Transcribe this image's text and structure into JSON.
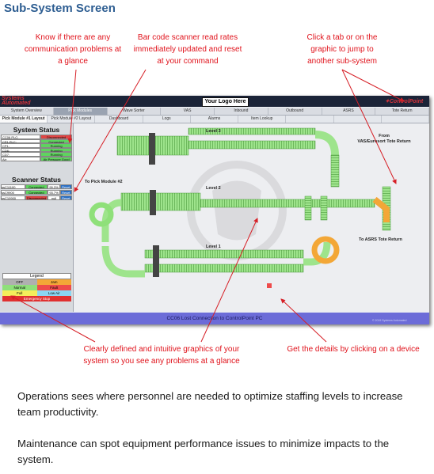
{
  "page_title": "Sub-System Screen",
  "callouts": {
    "communication": "Know if there are any communication problems at a glance",
    "scanner": "Bar code scanner read rates immediately updated and reset at your command",
    "tabs": "Click a tab or on the graphic to jump to another sub-system",
    "graphics": "Clearly defined and intuitive graphics of your system so you see any problems at a glance",
    "details": "Get the details by clicking on a device"
  },
  "paragraphs": [
    "Operations sees where personnel are needed to optimize staffing levels to increase team productivity.",
    "Maintenance can spot equipment performance issues to minimize impacts to the system."
  ],
  "app": {
    "brand_line1": "Systems",
    "brand_line2": "Automated",
    "your_logo": "Your Logo Here",
    "cp_logo": "ControlPoint",
    "tabs": [
      "System Overview",
      "Pick Modules",
      "Wave Sorter",
      "VAS",
      "Inbound",
      "Outbound",
      "ASRS",
      "Tote Return"
    ],
    "active_tab": "Pick Modules",
    "subtabs": [
      "Pick Module #1 Layout",
      "Pick Module #2 Layout",
      "Dashboard",
      "Logs",
      "Alarms",
      "Item Lookup",
      "",
      "",
      ""
    ],
    "active_subtab": "Pick Module #1 Layout",
    "system_status": {
      "title": "System Status",
      "rows": [
        {
          "name": "CC06 PLC:",
          "status": "Disconnected",
          "color": "#e04545"
        },
        {
          "name": "CP1 PLC:",
          "status": "Connected",
          "color": "#5fd35f"
        },
        {
          "name": "CP1:",
          "status": "Running",
          "color": "#5fd35f"
        },
        {
          "name": "CD6:",
          "status": "Running",
          "color": "#5fd35f"
        },
        {
          "name": "CD7:",
          "status": "Running",
          "color": "#5fd35f"
        },
        {
          "name": "Air:",
          "status": "Air Pressure Good",
          "color": "#5fd35f"
        }
      ]
    },
    "scanner_status": {
      "title": "Scanner Status",
      "rows": [
        {
          "name": "ssC11100",
          "status": "Connected",
          "rate": "99.3%",
          "color": "#5fd35f",
          "button": "Reset"
        },
        {
          "name": "ssC9900",
          "status": "Connected",
          "rate": "93.7%",
          "color": "#5fd35f",
          "button": "Reset"
        },
        {
          "name": "ssC10900",
          "status": "Disconnected",
          "rate": "null",
          "color": "#e04545",
          "button": "Reset"
        }
      ]
    },
    "legend": {
      "title": "Legend",
      "items": [
        {
          "label": "OFF",
          "color": "#b0b0b0"
        },
        {
          "label": "Jam",
          "color": "#f3a737"
        },
        {
          "label": "Normal",
          "color": "#8fe07a"
        },
        {
          "label": "Fault",
          "color": "#ee4b4b"
        },
        {
          "label": "Full",
          "color": "#f4ee5b"
        },
        {
          "label": "Low Air",
          "color": "#8bd6f2"
        },
        {
          "label": "Emergency Stop",
          "color": "#e03030"
        }
      ]
    },
    "levels": [
      "Level 3",
      "Level 2",
      "Level 1"
    ],
    "destinations": {
      "pick_module_2": "To Pick Module #2",
      "vas_return": [
        "From",
        "VAS/Eurosort Tote Return"
      ],
      "asrs_return": "To ASRS Tote Return"
    },
    "status_message": "CC06 Lost Connection to ControlPoint PC",
    "copyright": "© 2019 Systems Automated",
    "colors": {
      "conveyor": "#8fe07a",
      "conveyor_dark": "#4c9a3d",
      "accent_orange": "#f3a737"
    }
  }
}
